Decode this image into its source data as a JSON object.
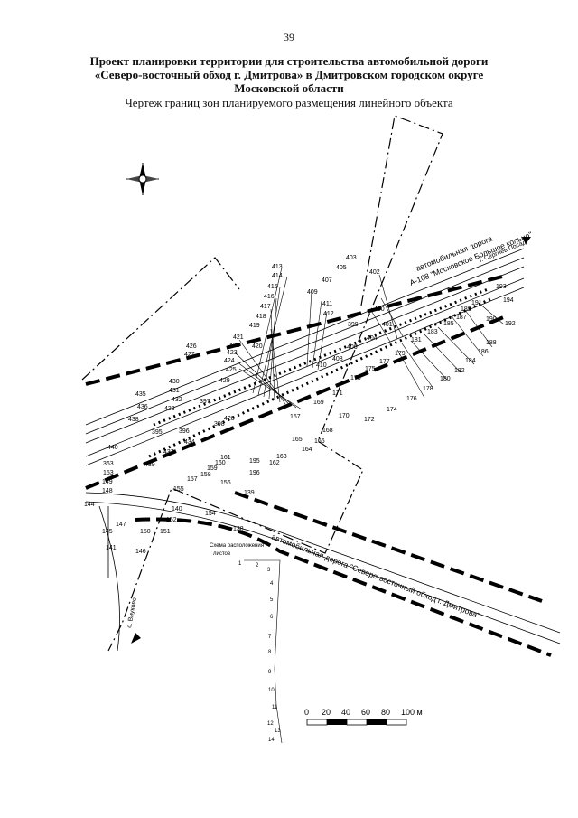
{
  "page_number": "39",
  "title_lines": [
    "Проект планировки территории для строительства автомобильной дороги",
    "«Северо-восточный обход г. Дмитрова» в Дмитровском городском округе",
    "Московской области"
  ],
  "subtitle": "Чертеж границ зон планируемого размещения линейного объекта",
  "map": {
    "road_labels": {
      "a108_line1": "автомобильная дорога",
      "a108_line2": "А-108 \"Московское Большое кольцо\"",
      "sergiev_posad": "г. Сергиев Посад",
      "bypass": "автомобильная дорога \"Северо-восточный обход г. Дмитрова\"",
      "vnukovo": "с. Внуково"
    },
    "scheme_title_line1": "Схема расположения",
    "scheme_title_line2": "листов",
    "scheme_sheet_numbers": [
      "1",
      "2",
      "3",
      "4",
      "5",
      "6",
      "7",
      "8",
      "9",
      "10",
      "11",
      "12",
      "13",
      "14"
    ],
    "scale_labels": [
      "0",
      "20",
      "40",
      "60",
      "80",
      "100 м"
    ],
    "plot_numbers_left": [
      "413",
      "414",
      "415",
      "416",
      "417",
      "418",
      "419",
      "421",
      "422",
      "423",
      "424",
      "425",
      "426",
      "427",
      "420",
      "429",
      "430",
      "431",
      "432",
      "433",
      "435",
      "436",
      "438",
      "397",
      "395",
      "396",
      "398",
      "428",
      "434",
      "437",
      "439",
      "440",
      "363",
      "153",
      "149",
      "148",
      "144",
      "145",
      "141",
      "146",
      "147",
      "150",
      "151",
      "152",
      "154",
      "138",
      "140",
      "155",
      "157",
      "156",
      "158",
      "159",
      "160",
      "161",
      "162",
      "163",
      "164",
      "165",
      "166",
      "168",
      "167",
      "169",
      "139",
      "195",
      "196"
    ],
    "plot_numbers_right": [
      "403",
      "405",
      "402",
      "407",
      "409",
      "411",
      "412",
      "410",
      "408",
      "406",
      "404",
      "400",
      "399",
      "401",
      "193",
      "194",
      "191",
      "190",
      "192",
      "189",
      "188",
      "187",
      "186",
      "185",
      "184",
      "183",
      "182",
      "181",
      "180",
      "179",
      "178",
      "177",
      "176",
      "175",
      "174",
      "173",
      "172",
      "171",
      "170"
    ]
  }
}
